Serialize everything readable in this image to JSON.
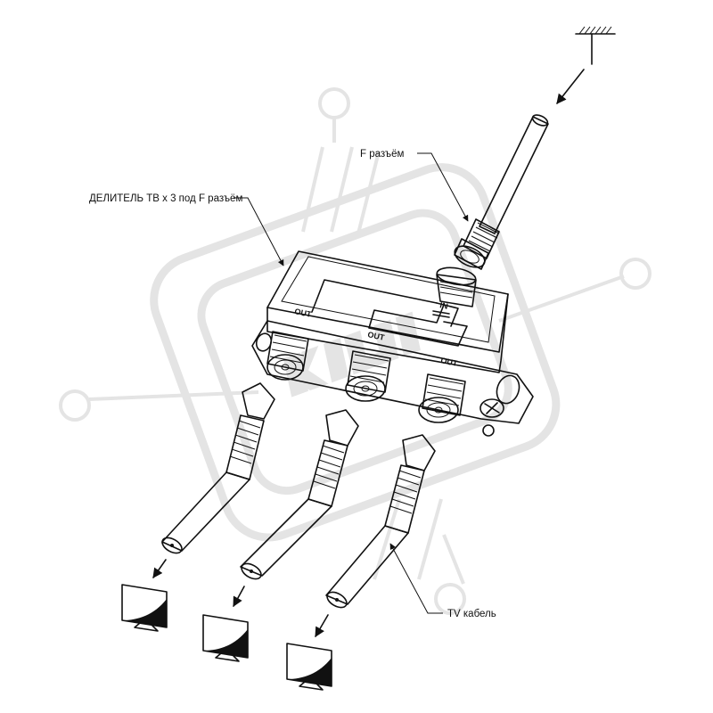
{
  "labels": {
    "f_connector": "F разъём",
    "splitter": "ДЕЛИТЕЛЬ ТВ х 3 под F разъём",
    "tv_cable": "TV кабель"
  },
  "ports": {
    "in": "IN",
    "out_left": "OUT",
    "out_center": "OUT",
    "out_right": "OUT"
  },
  "watermark": {
    "color": "#e4e4e4"
  },
  "icons": [
    "antenna-icon",
    "tv-icon"
  ]
}
